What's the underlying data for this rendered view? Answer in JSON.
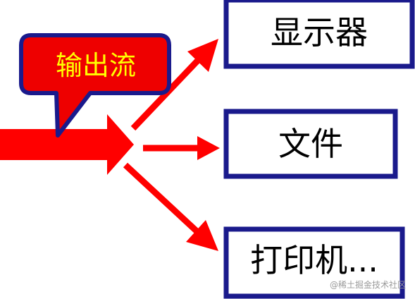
{
  "callout": {
    "label": "输出流"
  },
  "targets": {
    "display": "显示器",
    "file": "文件",
    "printer": "打印机..."
  },
  "watermark": "@稀土掘金技术社区",
  "colors": {
    "arrow": "#ff0000",
    "callout_fill": "#ee0000",
    "callout_border": "#1a1a8c",
    "callout_text": "#ffff00",
    "box_border": "#1a1a8c",
    "box_text": "#000000"
  }
}
